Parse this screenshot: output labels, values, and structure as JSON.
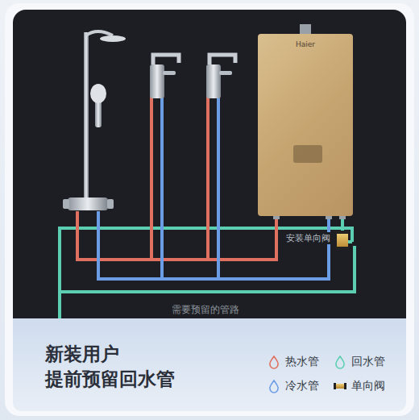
{
  "diagram": {
    "title": "新装用户 提前预留回水管",
    "nodes": [
      {
        "text": [
          "Haier"
        ]
      }
    ],
    "labels": [
      "安装单向阀",
      "需要预留的管路"
    ],
    "legend": [
      {
        "text": "热水管",
        "color": "#e0705f"
      },
      {
        "text": "回水管",
        "color": "#5ccfb2"
      },
      {
        "text": "冷水管",
        "color": "#6b9ce6"
      },
      {
        "text": "单向阀"
      }
    ]
  }
}
